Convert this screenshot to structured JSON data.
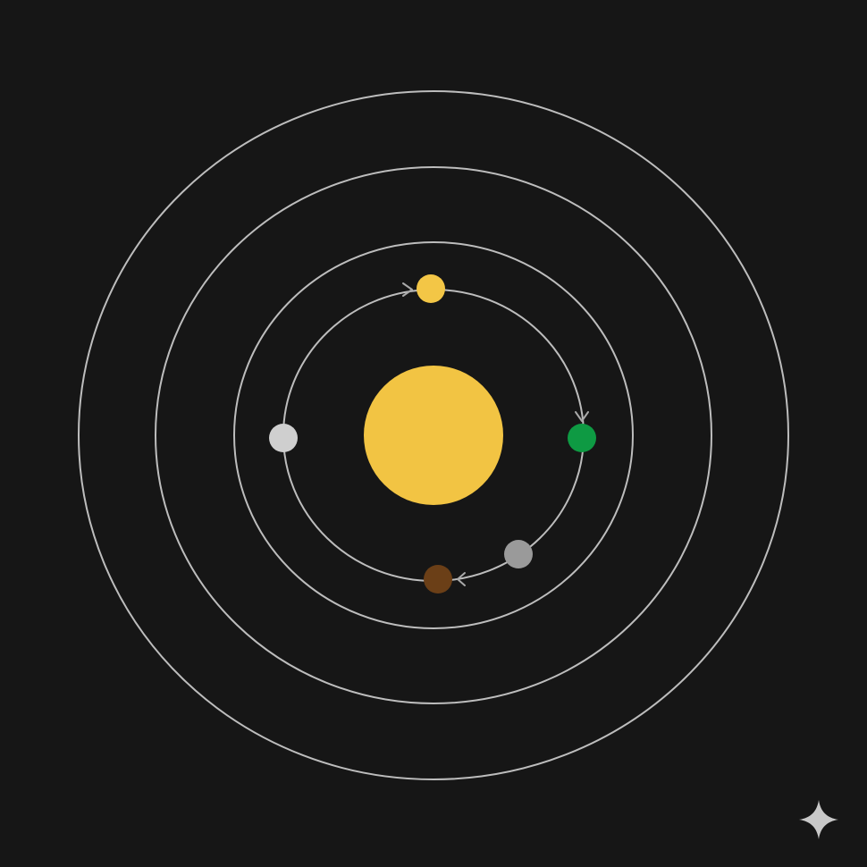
{
  "colors": {
    "background": "#161616",
    "orbit_stroke": "#bdbdbd",
    "arrow_stroke": "#a9a9a9",
    "watermark": "#c8c8c8"
  },
  "star": {
    "name": "sun",
    "color": "#f2c443"
  },
  "orbits": [
    {
      "name": "orbit-1"
    },
    {
      "name": "orbit-2"
    },
    {
      "name": "orbit-3"
    },
    {
      "name": "orbit-4"
    }
  ],
  "planets": [
    {
      "name": "planet-yellow",
      "color": "#f3c646"
    },
    {
      "name": "planet-green",
      "color": "#0e9a43"
    },
    {
      "name": "planet-gray",
      "color": "#9a9a9a"
    },
    {
      "name": "planet-brown",
      "color": "#6b3f17"
    },
    {
      "name": "planet-white",
      "color": "#cfcfcf"
    }
  ],
  "arrows": [
    {
      "name": "arrow-top"
    },
    {
      "name": "arrow-right"
    },
    {
      "name": "arrow-bottom"
    }
  ],
  "watermark_icon": "sparkle-icon"
}
